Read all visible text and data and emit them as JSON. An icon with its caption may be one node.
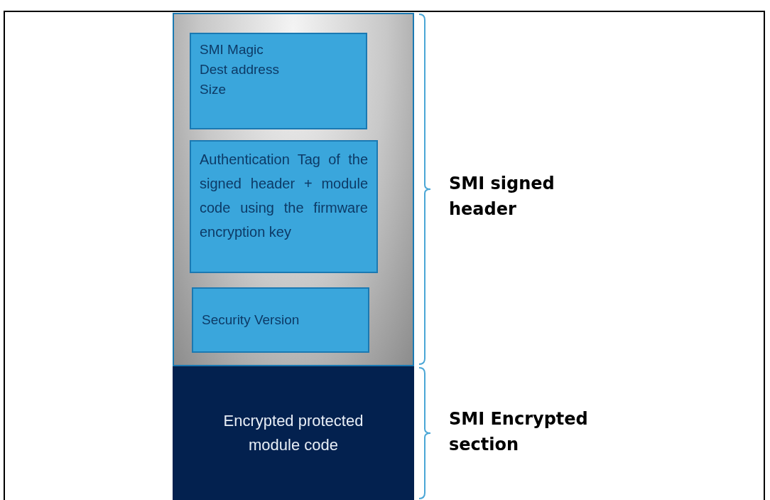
{
  "diagram": {
    "nodes": [
      {
        "text": [],
        "shape": "box",
        "beside": [
          "SMI signed header"
        ]
      },
      {
        "text": [
          "SMI Magic Dest address Size"
        ],
        "in": 0
      },
      {
        "text": [
          "Authentication Tag of the signed header + module code using the firmware encryption key"
        ],
        "in": 0
      },
      {
        "text": [
          "Security Version"
        ],
        "in": 0
      },
      {
        "text": [
          "Encrypted protected module code"
        ],
        "beside": [
          "SMI Encrypted section"
        ]
      }
    ],
    "edges": []
  }
}
